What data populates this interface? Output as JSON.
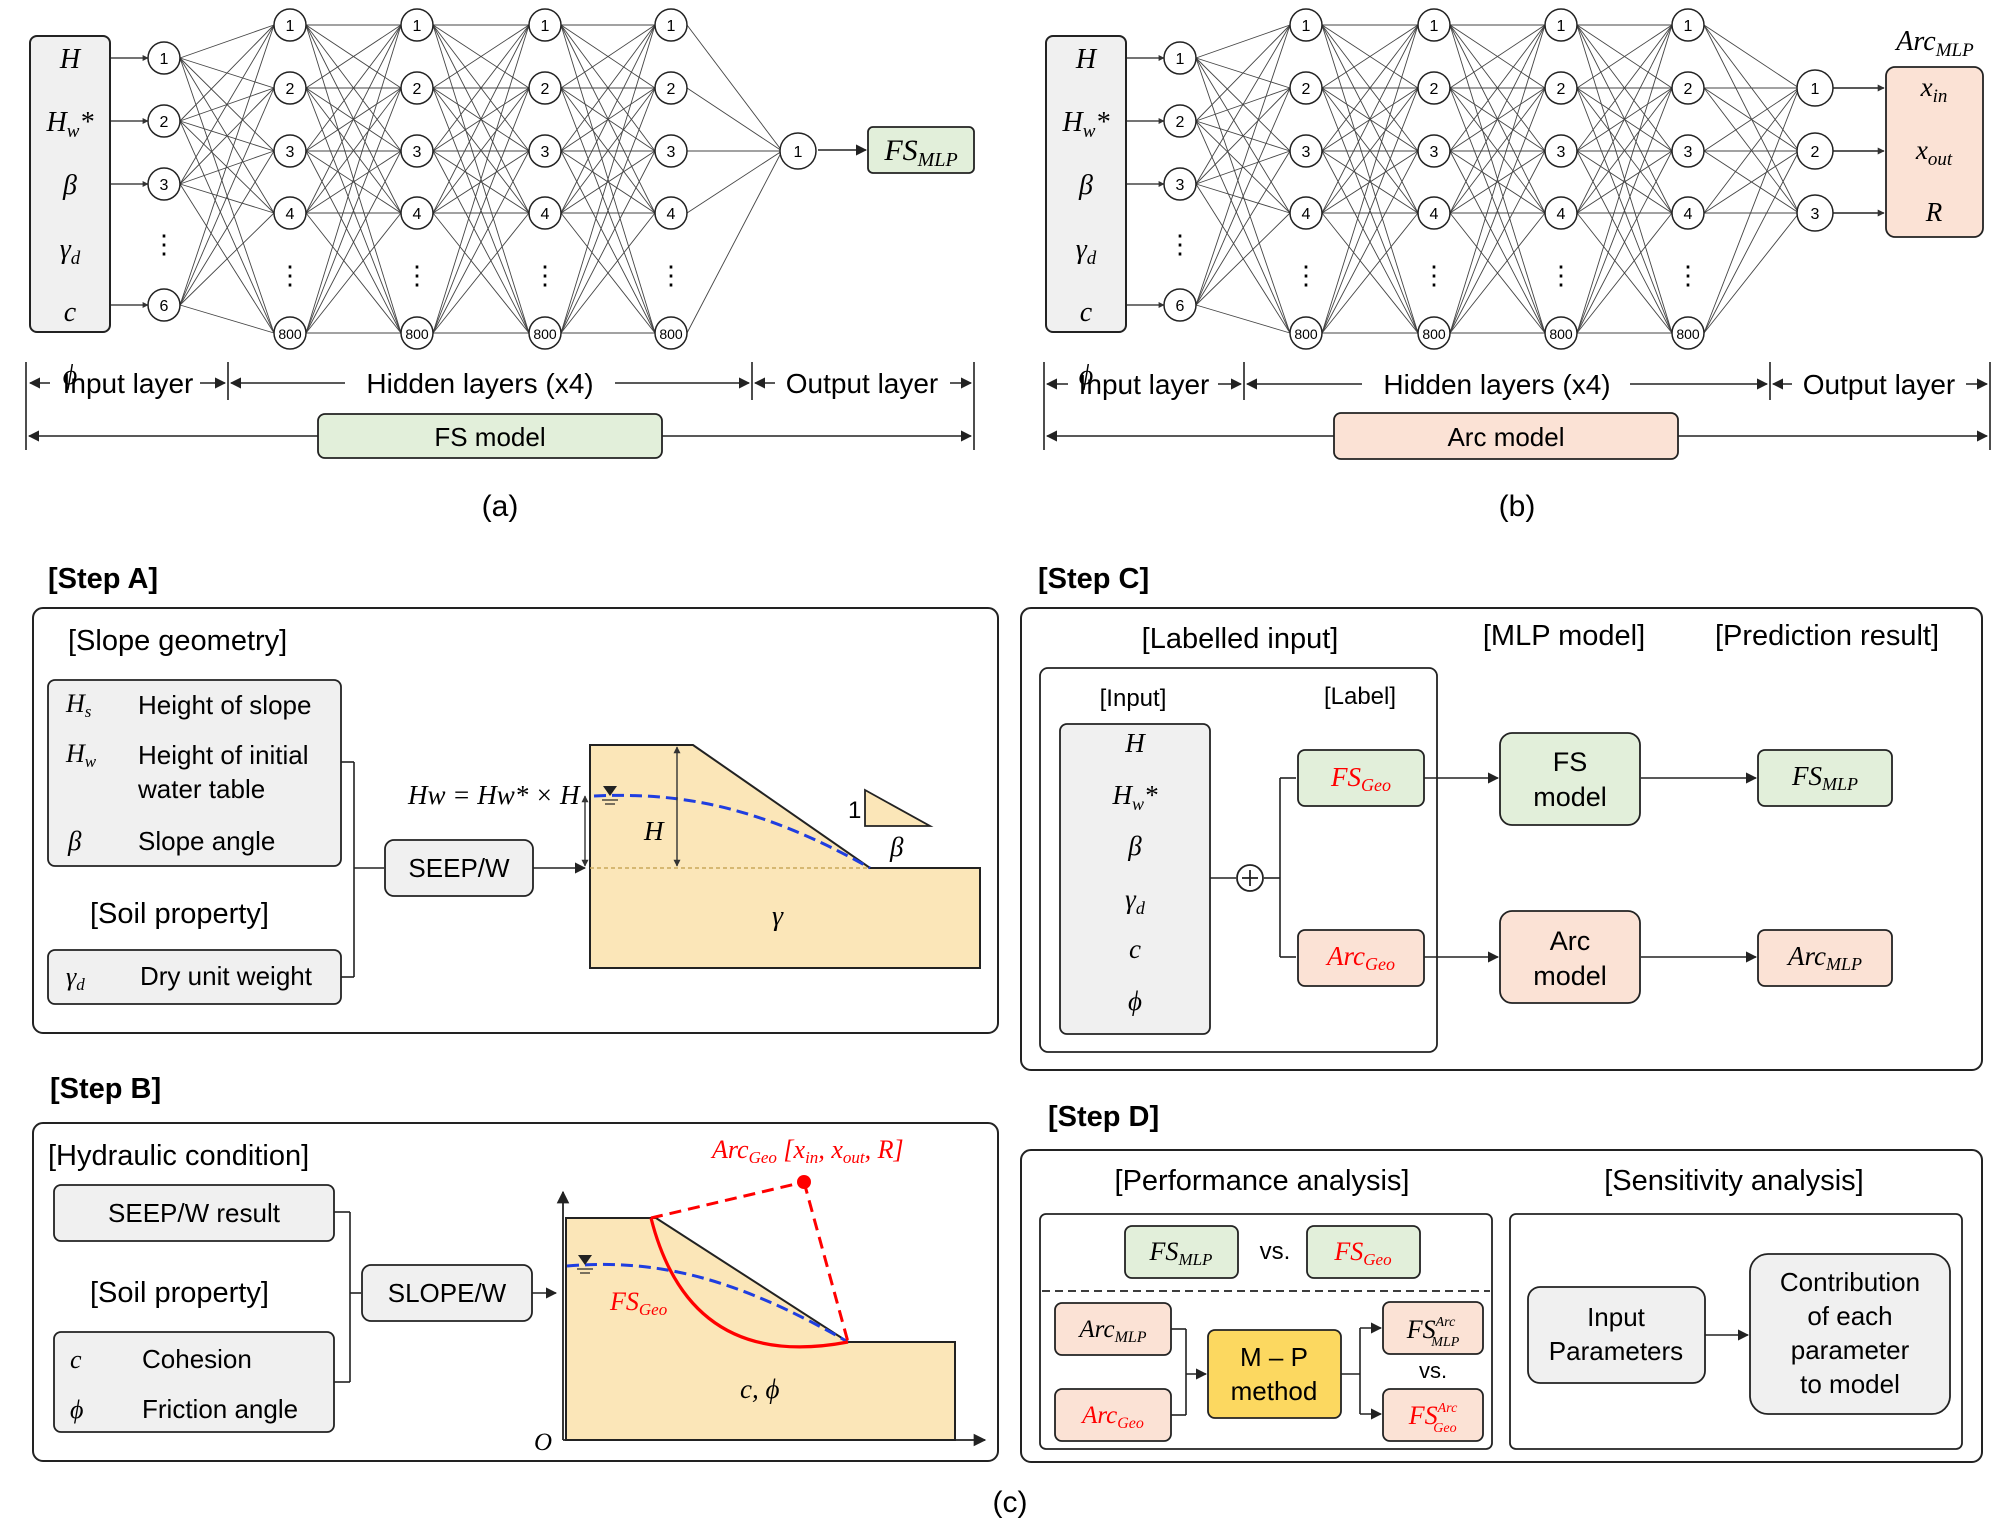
{
  "colors": {
    "green": "#e2efda",
    "peach": "#fbe2d5",
    "gray": "#f0f0f0",
    "yellow": "#fcd860",
    "soil": "#fbe6b8",
    "red": "#ff0000",
    "blue": "#1f3ee0"
  },
  "inputs": [
    "H",
    "Hw*",
    "β",
    "γd",
    "c",
    "ϕ"
  ],
  "panel_a": {
    "input_nodes": [
      "1",
      "2",
      "3",
      "⋮",
      "6"
    ],
    "hidden_nodes": [
      "1",
      "2",
      "3",
      "4",
      "⋮",
      "800"
    ],
    "output_nodes": [
      "1"
    ],
    "output_label": "FS",
    "output_label_sub": "MLP",
    "caption": "(a)",
    "model_label": "FS model"
  },
  "panel_b": {
    "input_nodes": [
      "1",
      "2",
      "3",
      "⋮",
      "6"
    ],
    "hidden_nodes": [
      "1",
      "2",
      "3",
      "4",
      "⋮",
      "800"
    ],
    "output_nodes": [
      "1",
      "2",
      "3"
    ],
    "arc_title": "Arc",
    "arc_title_sub": "MLP",
    "outputs": [
      {
        "main": "x",
        "sub": "in"
      },
      {
        "main": "x",
        "sub": "out"
      },
      {
        "main": "R",
        "sub": ""
      }
    ],
    "caption": "(b)",
    "model_label": "Arc model"
  },
  "layer_labels": {
    "input": "Input layer",
    "hidden": "Hidden layers (x4)",
    "output": "Output layer"
  },
  "step_a": {
    "title": "[Step A]",
    "geometry_title": "[Slope geometry]",
    "geometry_items": [
      {
        "sym": "H",
        "sub": "s",
        "text": "Height of slope"
      },
      {
        "sym": "H",
        "sub": "w",
        "text": "Height of initial"
      },
      {
        "sym": "",
        "sub": "",
        "text": "water table"
      },
      {
        "sym": "β",
        "sub": "",
        "text": "Slope angle"
      }
    ],
    "soil_title": "[Soil property]",
    "soil_sym": "γ",
    "soil_sub": "d",
    "soil_text": "Dry unit weight",
    "seep_label": "SEEP/W",
    "equation": "Hw = Hw* × H",
    "H_label": "H",
    "gamma_label": "γ",
    "ratio_one": "1",
    "ratio_beta": "β"
  },
  "step_b": {
    "title": "[Step B]",
    "hydraulic_title": "[Hydraulic condition]",
    "seep_result": "SEEP/W result",
    "soil_title": "[Soil property]",
    "soil_items": [
      {
        "sym": "c",
        "text": "Cohesion"
      },
      {
        "sym": "ϕ",
        "text": "Friction angle"
      }
    ],
    "slope_label": "SLOPE/W",
    "arc_label": "Arc",
    "arc_label_sub": "Geo",
    "arc_params": "[x",
    "arc_p1_sub": "in",
    "arc_p2": ", x",
    "arc_p2_sub": "out",
    "arc_p3": ", R]",
    "fs_label": "FS",
    "fs_label_sub": "Geo",
    "soil_params": "c, ϕ",
    "origin": "O"
  },
  "step_c": {
    "title": "[Step C]",
    "labelled_title": "[Labelled input]",
    "mlp_title": "[MLP model]",
    "pred_title": "[Prediction result]",
    "input_head": "[Input]",
    "label_head": "[Label]",
    "fs_geo": "FS",
    "arc_geo": "Arc",
    "geo_sub": "Geo",
    "fs_model_l1": "FS",
    "fs_model_l2": "model",
    "arc_model_l1": "Arc",
    "arc_model_l2": "model",
    "fs_mlp": "FS",
    "arc_mlp": "Arc",
    "mlp_sub": "MLP"
  },
  "step_d": {
    "title": "[Step D]",
    "perf_title": "[Performance analysis]",
    "sens_title": "[Sensitivity analysis]",
    "fs": "FS",
    "arc": "Arc",
    "mlp_sub": "MLP",
    "geo_sub": "Geo",
    "sup_arc": "Arc",
    "vs": "vs.",
    "mp_l1": "M – P",
    "mp_l2": "method",
    "input_params_l1": "Input",
    "input_params_l2": "Parameters",
    "contrib_lines": [
      "Contribution",
      "of each",
      "parameter",
      "to model"
    ]
  },
  "caption_c": "(c)"
}
